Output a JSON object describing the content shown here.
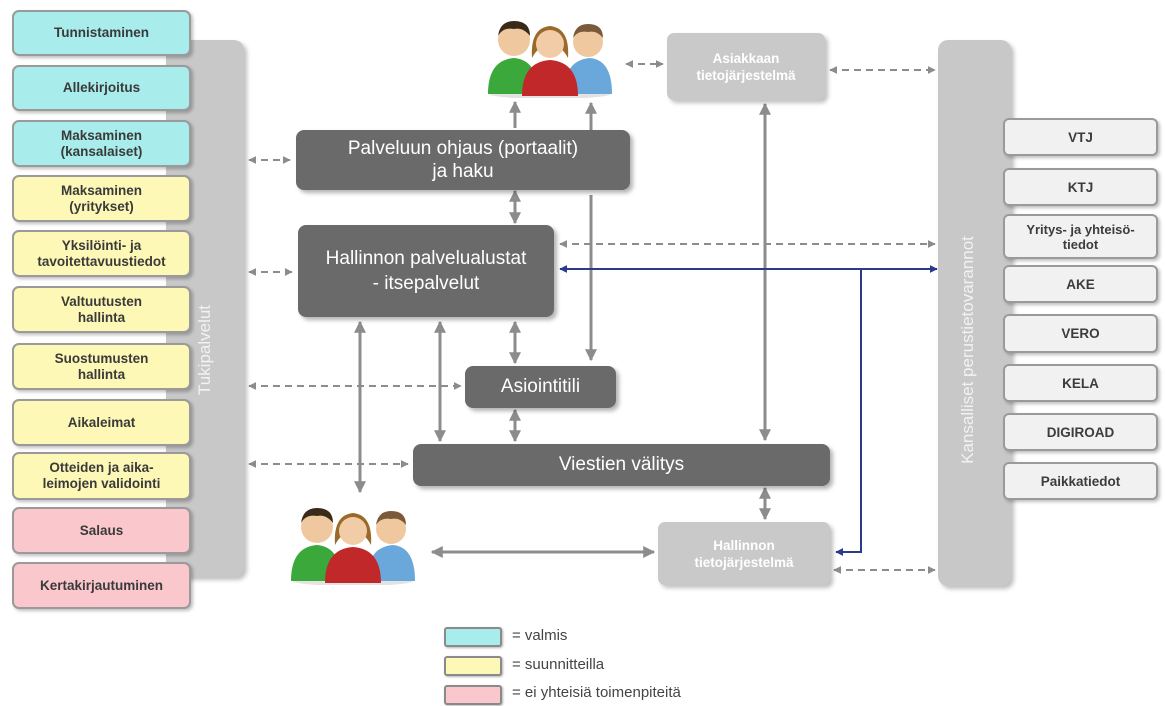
{
  "support_services": {
    "label": "Tukipalvelut",
    "items": [
      {
        "label": "Tunnistaminen",
        "status": "valmis"
      },
      {
        "label": "Allekirjoitus",
        "status": "valmis"
      },
      {
        "label": "Maksaminen\n(kansalaiset)",
        "status": "valmis"
      },
      {
        "label": "Maksaminen\n(yritykset)",
        "status": "suunnitteilla"
      },
      {
        "label": "Yksilöinti- ja\ntavoitettavuustiedot",
        "status": "suunnitteilla"
      },
      {
        "label": "Valtuutusten\nhallinta",
        "status": "suunnitteilla"
      },
      {
        "label": "Suostumusten\nhallinta",
        "status": "suunnitteilla"
      },
      {
        "label": "Aikaleimat",
        "status": "suunnitteilla"
      },
      {
        "label": "Otteiden ja aika-\nleimojen validointi",
        "status": "suunnitteilla"
      },
      {
        "label": "Salaus",
        "status": "ei yhteisiä toimenpiteitä"
      },
      {
        "label": "Kertakirjautuminen",
        "status": "ei yhteisiä toimenpiteitä"
      }
    ]
  },
  "center": {
    "portal": "Palveluun ohjaus (portaalit)\nja haku",
    "platform": "Hallinnon palvelualustat\n- itsepalvelut",
    "account": "Asiointitili",
    "messaging": "Viestien välitys",
    "customer_system": "Asiakkaan\ntietojärjestelmä",
    "admin_system": "Hallinnon\ntietojärjestelmä"
  },
  "registers": {
    "label": "Kansalliset perustietovarannot",
    "items": [
      "VTJ",
      "KTJ",
      "Yritys- ja yhteisö-\ntiedot",
      "AKE",
      "VERO",
      "KELA",
      "DIGIROAD",
      "Paikkatiedot"
    ]
  },
  "legend": [
    {
      "text": "= valmis",
      "color": "#a8ecec"
    },
    {
      "text": "= suunnitteilla",
      "color": "#fdf8b6"
    },
    {
      "text": "= ei yhteisiä toimenpiteitä",
      "color": "#fac8cc"
    }
  ],
  "icons": {
    "people": "people-group-icon"
  },
  "colors": {
    "valmis": "#a8ecec",
    "suunnitteilla": "#fdf8b6",
    "ei_yhteisia": "#fac8cc",
    "dark_box": "#6a6a6a",
    "light_box": "#c9c9c9",
    "accent_line": "#2b3a8c"
  }
}
